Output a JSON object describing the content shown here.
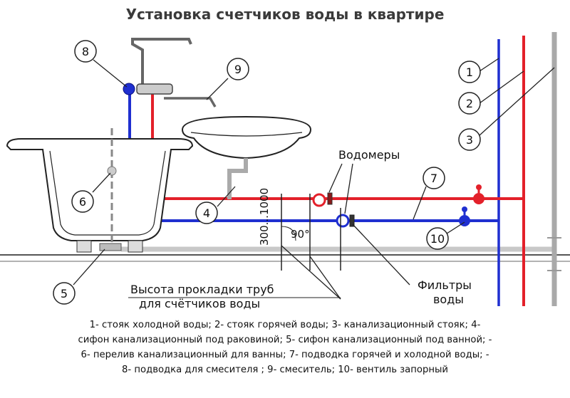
{
  "title": "Установка счетчиков воды в квартире",
  "callouts": [
    "1",
    "2",
    "3",
    "4",
    "5",
    "6",
    "7",
    "8",
    "9",
    "10"
  ],
  "labels": {
    "meters": "Водомеры",
    "filters_line1": "Фильтры",
    "filters_line2": "воды",
    "height_line1": "Высота прокладки труб",
    "height_line2": "для счётчиков воды",
    "height_range": "300...1000",
    "angle": "90°"
  },
  "legend": [
    "1- стояк холодной воды;  2- стояк горячей воды;  3- канализационный стояк;  4-",
    "сифон канализационный под раковиной;  5- сифон канализационный под ванной;  -",
    "6- перелив канализационный для ванны;  7- подводка горячей и холодной воды;  -",
    "8- подводка для смесителя ;  9- смеситель;  10- вентиль запорный"
  ],
  "colors": {
    "cold": "#1f2fd0",
    "hot": "#e3202a",
    "sewer": "#a9a9a9",
    "line": "#222222",
    "valve_hot": "#e3202a",
    "valve_cold": "#1f2fd0"
  }
}
